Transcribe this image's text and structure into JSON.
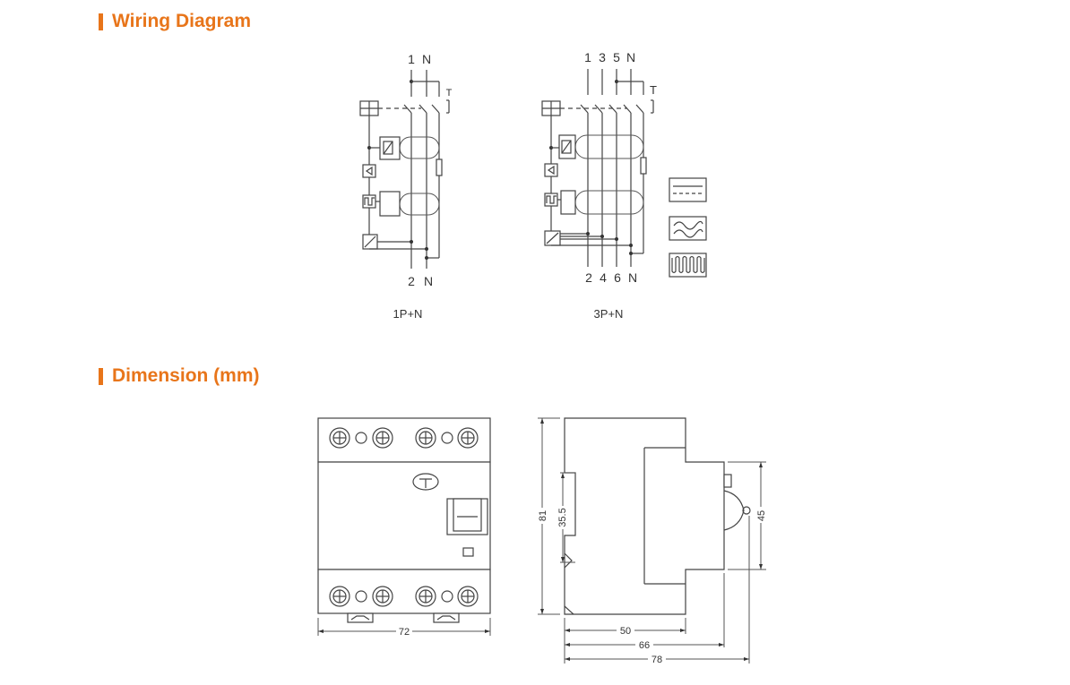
{
  "sections": {
    "wiring_title": "Wiring Diagram",
    "dimension_title": "Dimension (mm)"
  },
  "diagram_1p": {
    "top_terminals": [
      "1",
      "N"
    ],
    "bottom_terminals": [
      "2",
      "N"
    ],
    "test_label": "T",
    "caption": "1P+N"
  },
  "diagram_3p": {
    "top_terminals": [
      "1",
      "3",
      "5",
      "N"
    ],
    "bottom_terminals": [
      "2",
      "4",
      "6",
      "N"
    ],
    "test_label": "T",
    "caption": "3P+N"
  },
  "dimensions": {
    "width": "72",
    "height": "81",
    "rail_height": "35.5",
    "front_height": "45",
    "depth_1": "50",
    "depth_2": "66",
    "depth_3": "78"
  },
  "colors": {
    "accent": "#e8751a",
    "line": "#444444"
  }
}
